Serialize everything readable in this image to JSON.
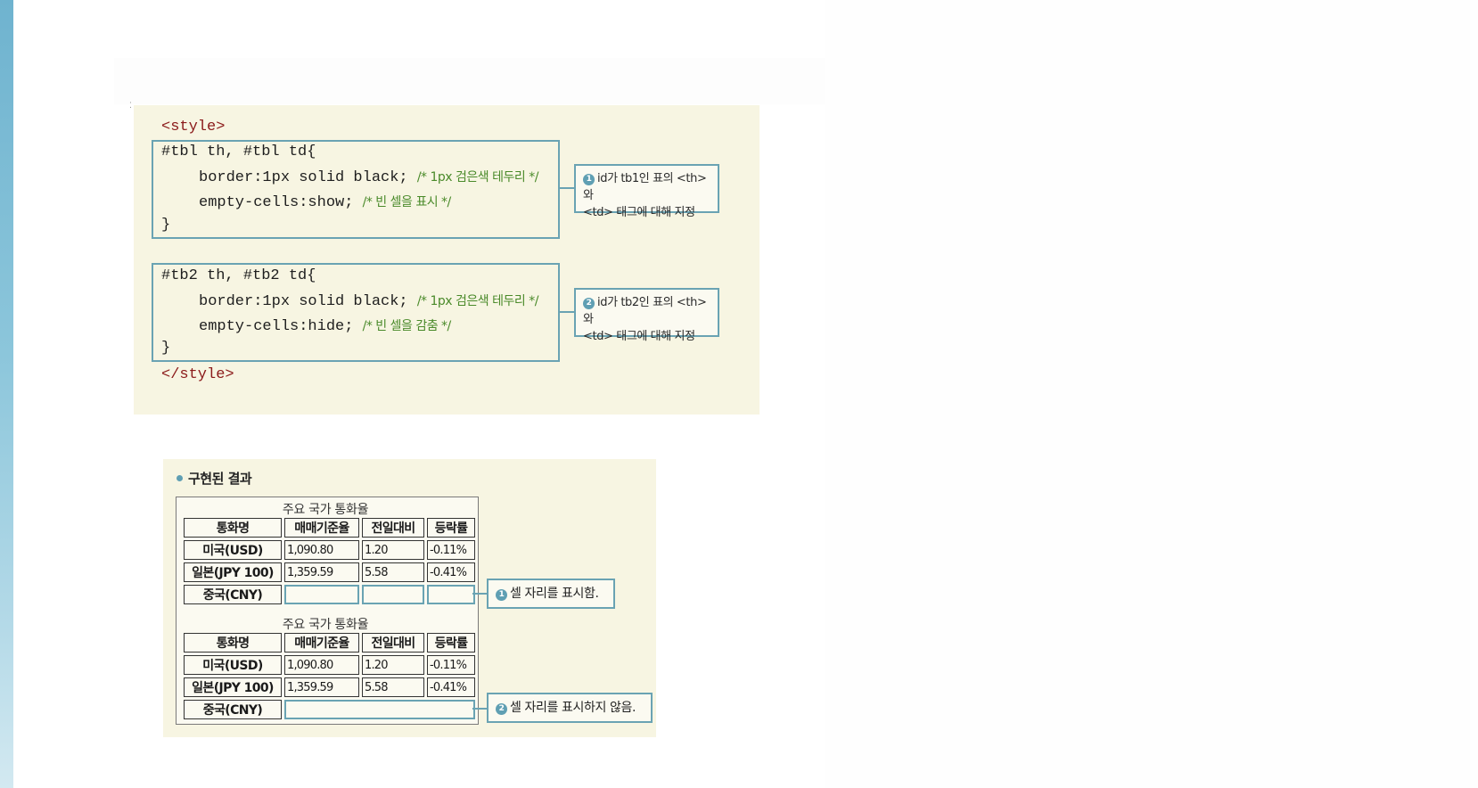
{
  "code": {
    "open_tag": "<style>",
    "close_tag": "</style>",
    "block1": {
      "selector": "#tbl th, #tbl td{",
      "border_line": "border:1px solid black; ",
      "border_comment": "/* 1px 검은색 테두리 */",
      "empty_line": "empty-cells:show; ",
      "empty_comment": "/* 빈 셀을 표시 */",
      "close": "}"
    },
    "block2": {
      "selector": "#tb2 th, #tb2 td{",
      "border_line": "border:1px solid black; ",
      "border_comment": "/* 1px 검은색 테두리 */",
      "empty_line": "empty-cells:hide; ",
      "empty_comment": "/* 빈 셀을 감춤 */",
      "close": "}"
    },
    "callout1": {
      "num": "1",
      "line1": "id가 tb1인 표의 <th>와",
      "line2": "<td> 태그에 대해 지정"
    },
    "callout2": {
      "num": "2",
      "line1": "id가 tb2인 표의 <th>와",
      "line2": "<td> 태그에 대해 지정"
    }
  },
  "result": {
    "heading": "구현된 결과",
    "table1": {
      "caption": "주요 국가 통화율",
      "headers": [
        "통화명",
        "매매기준율",
        "전일대비",
        "등락률"
      ],
      "rows": [
        [
          "미국(USD)",
          "1,090.80",
          "1.20",
          "-0.11%"
        ],
        [
          "일본(JPY 100)",
          "1,359.59",
          "5.58",
          "-0.41%"
        ],
        [
          "중국(CNY)",
          "",
          "",
          ""
        ]
      ]
    },
    "table2": {
      "caption": "주요 국가 통화율",
      "headers": [
        "통화명",
        "매매기준율",
        "전일대비",
        "등락률"
      ],
      "rows": [
        [
          "미국(USD)",
          "1,090.80",
          "1.20",
          "-0.11%"
        ],
        [
          "일본(JPY 100)",
          "1,359.59",
          "5.58",
          "-0.41%"
        ],
        [
          "중국(CNY)"
        ]
      ]
    },
    "callout1": {
      "num": "1",
      "text": "셀 자리를 표시함."
    },
    "callout2": {
      "num": "2",
      "text": "셀 자리를 표시하지 않음."
    }
  }
}
